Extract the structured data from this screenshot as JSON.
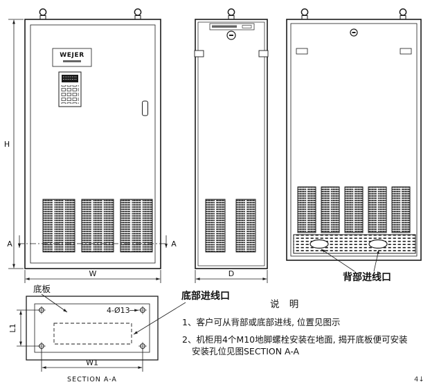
{
  "front_view": {
    "brand": "WEJER",
    "dim_height_label": "H",
    "dim_width_label": "W",
    "section_marker": "A"
  },
  "side_view": {
    "dim_depth_label": "D"
  },
  "back_view": {
    "rear_entry_label": "背部进线口"
  },
  "section_view": {
    "bottom_plate_label": "底板",
    "holes_callout": "4-Ø13",
    "dim_l1_label": "L1",
    "dim_w1_label": "W1",
    "caption": "SECTION A-A",
    "bottom_entry_label": "底部进线口"
  },
  "notes": {
    "heading": "说 明",
    "line1": "1、客户可从背部或底部进线, 位置见图示",
    "line2": "2、机柜用4个M10地脚螺栓安装在地面, 揭开底板便可安装",
    "line3": "安装孔位见图SECTION A-A",
    "page_marker": "4↓"
  }
}
